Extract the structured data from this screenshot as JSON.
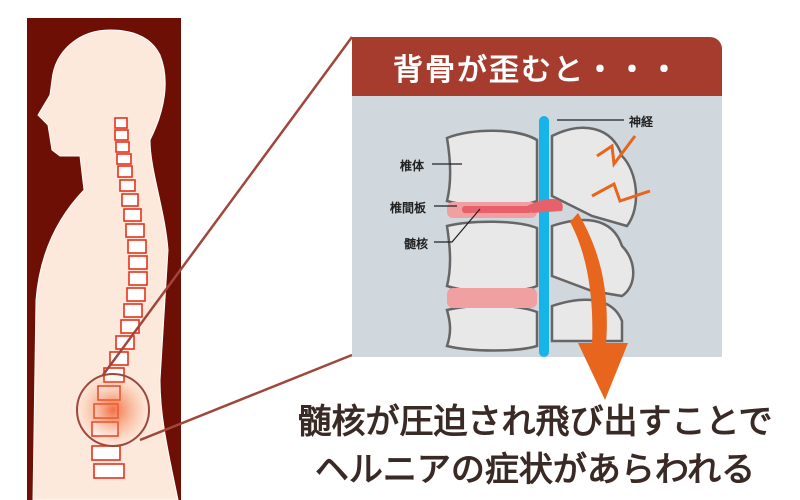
{
  "header": {
    "title": "背骨が歪むと・・・"
  },
  "diagram": {
    "labels": {
      "nerve": "神経",
      "vertebral_body": "椎体",
      "disc": "椎間板",
      "nucleus": "髄核"
    }
  },
  "caption": {
    "line1": "髄核が圧迫され飛び出すことで",
    "line2": "ヘルニアの症状があらわれる"
  },
  "colors": {
    "header": "#a63c2e",
    "panel": "#d0d7dd",
    "body_bg": "#6e0f06",
    "skin": "#fde9dc",
    "spine": "#e8321a",
    "nerve": "#16b4e8",
    "pain": "#e8651e",
    "disc": "#f0a0a0",
    "caption": "#3a2a25"
  }
}
